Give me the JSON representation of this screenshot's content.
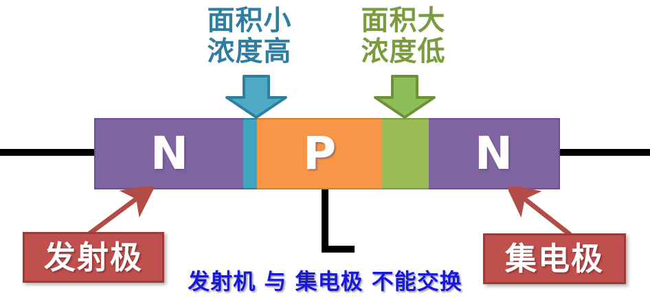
{
  "diagram": {
    "title_type": "npn-transistor-structure",
    "annotations": {
      "small_area": {
        "line1": "面积小",
        "line2": "浓度高",
        "color": "#2F7EA1"
      },
      "large_area": {
        "line1": "面积大",
        "line2": "浓度低",
        "color": "#7A9C3E"
      }
    },
    "arrows": {
      "blue_down": {
        "fill": "#4FA8C4",
        "stroke": "#2F7EA1"
      },
      "green_down": {
        "fill": "#8CBF5A",
        "stroke": "#6E9136"
      },
      "red_pointer": {
        "color": "#B34B47"
      }
    },
    "bar": {
      "segments": [
        {
          "name": "emitter-n",
          "label": "N",
          "color": "#8064A2",
          "border": "#6C4F91"
        },
        {
          "name": "emitter-junction-strip",
          "label": "",
          "color": "#41A5C0",
          "border": "#2F7EA1"
        },
        {
          "name": "base-p",
          "label": "P",
          "color": "#F79646",
          "border": "#E07B22"
        },
        {
          "name": "collector-junction-strip",
          "label": "",
          "color": "#9BBB59",
          "border": "#7A9C3E"
        },
        {
          "name": "collector-n",
          "label": "N",
          "color": "#8064A2",
          "border": "#6C4F91"
        }
      ]
    },
    "callouts": {
      "emitter": {
        "label": "发射极",
        "bg": "#C0504D",
        "border": "#9C3B38",
        "text_color": "#FFFFFF"
      },
      "collector": {
        "label": "集电极",
        "bg": "#C0504D",
        "border": "#9C3B38",
        "text_color": "#FFFFFF"
      }
    },
    "caption": {
      "text": "发射机 与 集电极 不能交换",
      "color": "#1717E0"
    }
  }
}
